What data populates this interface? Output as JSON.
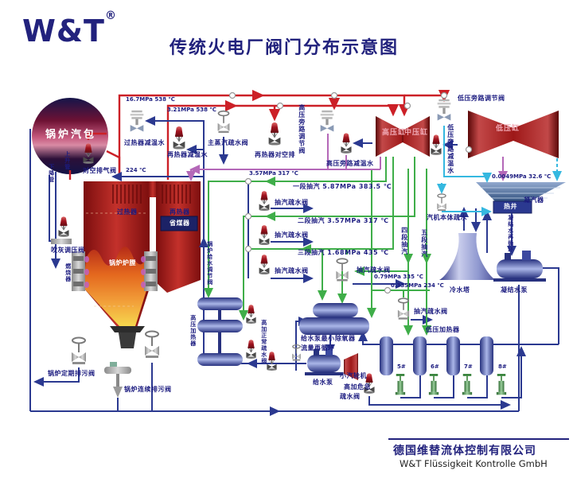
{
  "header": {
    "logo": "W&T",
    "logo_reg": "®",
    "title": "传统火电厂阀门分布示意图"
  },
  "footer": {
    "company_cn": "德国维替流体控制有限公司",
    "company_en": "W&T Flüssigkeit Kontrolle GmbH"
  },
  "colors": {
    "navy_text": "#1c1c80",
    "steam_red": "#cc2027",
    "water_blue": "#2b3990",
    "extraction_green": "#3fae49",
    "bypass_magenta": "#b468b8",
    "condensate_cyan": "#35b8e0"
  },
  "equipment": {
    "drum": "锅炉汽包",
    "riser": "上升管",
    "downcomer": "下降管",
    "superheater": "过热器",
    "reheater": "再热器",
    "economizer": "省煤器",
    "furnace": "锅炉炉膛",
    "burner": "燃烧器",
    "hp_cylinder": "高压缸",
    "ip_cylinder": "中压缸",
    "lp_cylinder": "低压缸",
    "condenser": "凝汽器",
    "hotwell": "热井",
    "cooling_tower": "冷水塔",
    "condensate_pump": "凝结水泵",
    "deaerator": "除氧器",
    "feed_pump": "给水泵",
    "aux_turbine": "小汽轮机",
    "hp_heaters": "高压加热器",
    "lp_heaters": "低压加热器",
    "heater_ids": [
      "5#",
      "6#",
      "7#",
      "8#"
    ]
  },
  "valves": {
    "vent": "对空排气阀",
    "sh_spray": "过热器减温水",
    "rh_spray": "再热器减温水",
    "main_steam_trap": "主蒸汽疏水阀",
    "rh_vent": "再热器对空排",
    "hp_bypass": "高压旁路调节阀",
    "hp_bypass_spray": "高压旁路减温水",
    "lp_bypass": "低压旁路调节阀",
    "lp_bypass_spray": "低压旁路减温水",
    "extraction_trap": "抽汽疏水阀",
    "turbine_body_drain": "汽机本体疏水",
    "sootblow": "吹灰调压阀",
    "fw_control": "锅炉给水调节阀",
    "hp_heater_drain": "高加正常疏水阀",
    "periodic_blowdown": "锅炉定期排污阀",
    "continuous_blowdown": "锅炉连续排污阀",
    "min_flow_1": "给水泵最小",
    "min_flow_2": "流量再循环",
    "hp_emergency_1": "高加危急",
    "hp_emergency_2": "疏水阀",
    "condensate_recirc": "凝结水再循环"
  },
  "parameters": {
    "main_steam": "16.7MPa 538 ℃",
    "reheat_steam": "3.21MPa 538 ℃",
    "cold_reheat": "3.57MPa 317 ℃",
    "feedwater_temp": "224 ℃",
    "ext4_param": "0.79MPa 335 ℃",
    "ext5_param": "0.335MPa 234 ℃",
    "exhaust": "0.0049MPa 32.6 ℃"
  },
  "extractions": {
    "e1": "一段抽汽  5.87MPa 383.5 ℃",
    "e2": "二段抽汽  3.57MPa 317 ℃",
    "e3": "三段抽汽  1.68MPa 435 ℃",
    "e4": "四段抽汽",
    "e5": "五段抽汽"
  }
}
